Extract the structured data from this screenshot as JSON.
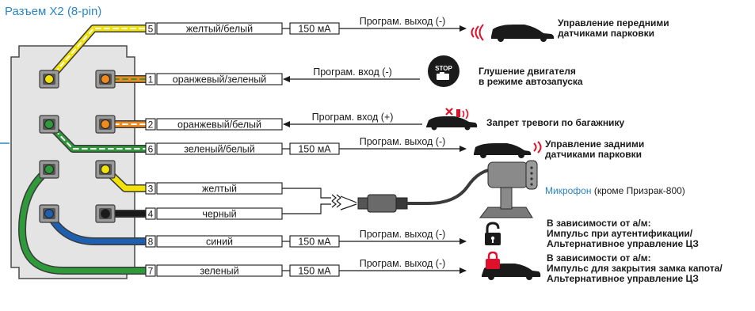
{
  "title": "Разъем X2 (8-pin)",
  "pins": [
    {
      "num": "5",
      "label": "желтый/белый",
      "fuse": "150 мА",
      "signal": "Програм. выход (-)",
      "desc1": "Управление передними",
      "desc2": "датчиками парковки"
    },
    {
      "num": "1",
      "label": "оранжевый/зеленый",
      "signal": "Програм. вход (-)",
      "desc1": "Глушение двигателя",
      "desc2": "в режиме автозапуска"
    },
    {
      "num": "2",
      "label": "оранжевый/белый",
      "signal": "Програм. вход (+)",
      "desc1": "Запрет тревоги по багажнику"
    },
    {
      "num": "6",
      "label": "зеленый/белый",
      "fuse": "150 мА",
      "signal": "Програм. выход (-)",
      "desc1": "Управление задними",
      "desc2": "датчиками парковки"
    },
    {
      "num": "3",
      "label": "желтый"
    },
    {
      "num": "4",
      "label": "черный"
    },
    {
      "num": "8",
      "label": "синий",
      "fuse": "150 мА",
      "signal": "Програм. выход (-)",
      "desc1": "В зависимости от а/м:",
      "desc2": "Импульс при аутентификации/",
      "desc3": "Альтернативное управление ЦЗ"
    },
    {
      "num": "7",
      "label": "зеленый",
      "fuse": "150 мА",
      "signal": "Програм. выход (-)",
      "desc1": "В зависимости от а/м:",
      "desc2": "Импульс для закрытия замка капота/",
      "desc3": "Альтернативное управление ЦЗ"
    }
  ],
  "stop_sign": "STOP",
  "mic_name": "Микрофон",
  "mic_note": " (кроме Призрак-800)",
  "colors": {
    "yellow": "#f2e20a",
    "orange": "#f08a1e",
    "green": "#2e9a3a",
    "blue": "#1f5fb0",
    "black": "#1a1a1a",
    "white": "#ffffff",
    "accent": "#2a86c6",
    "alert": "#e0102a"
  },
  "icons": [
    "car-parking-front-icon",
    "stop-engine-icon",
    "trunk-alarm-icon",
    "car-parking-rear-icon",
    "microphone-icon",
    "unlock-icon",
    "car-lock-icon"
  ]
}
